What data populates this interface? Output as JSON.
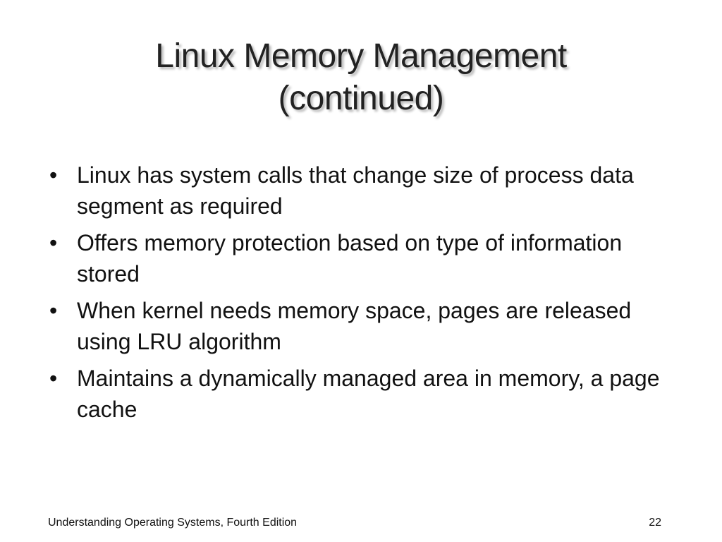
{
  "slide": {
    "title_line1": "Linux Memory Management",
    "title_line2": "(continued)",
    "bullet_marker": "•",
    "bullets": [
      "Linux has system calls that change size of process data segment as required",
      "Offers memory protection based on type of information stored",
      "When kernel needs memory space, pages are released using LRU algorithm",
      "Maintains a dynamically managed area in memory, a page cache"
    ],
    "footer_text": "Understanding Operating Systems, Fourth Edition",
    "page_number": "22"
  }
}
